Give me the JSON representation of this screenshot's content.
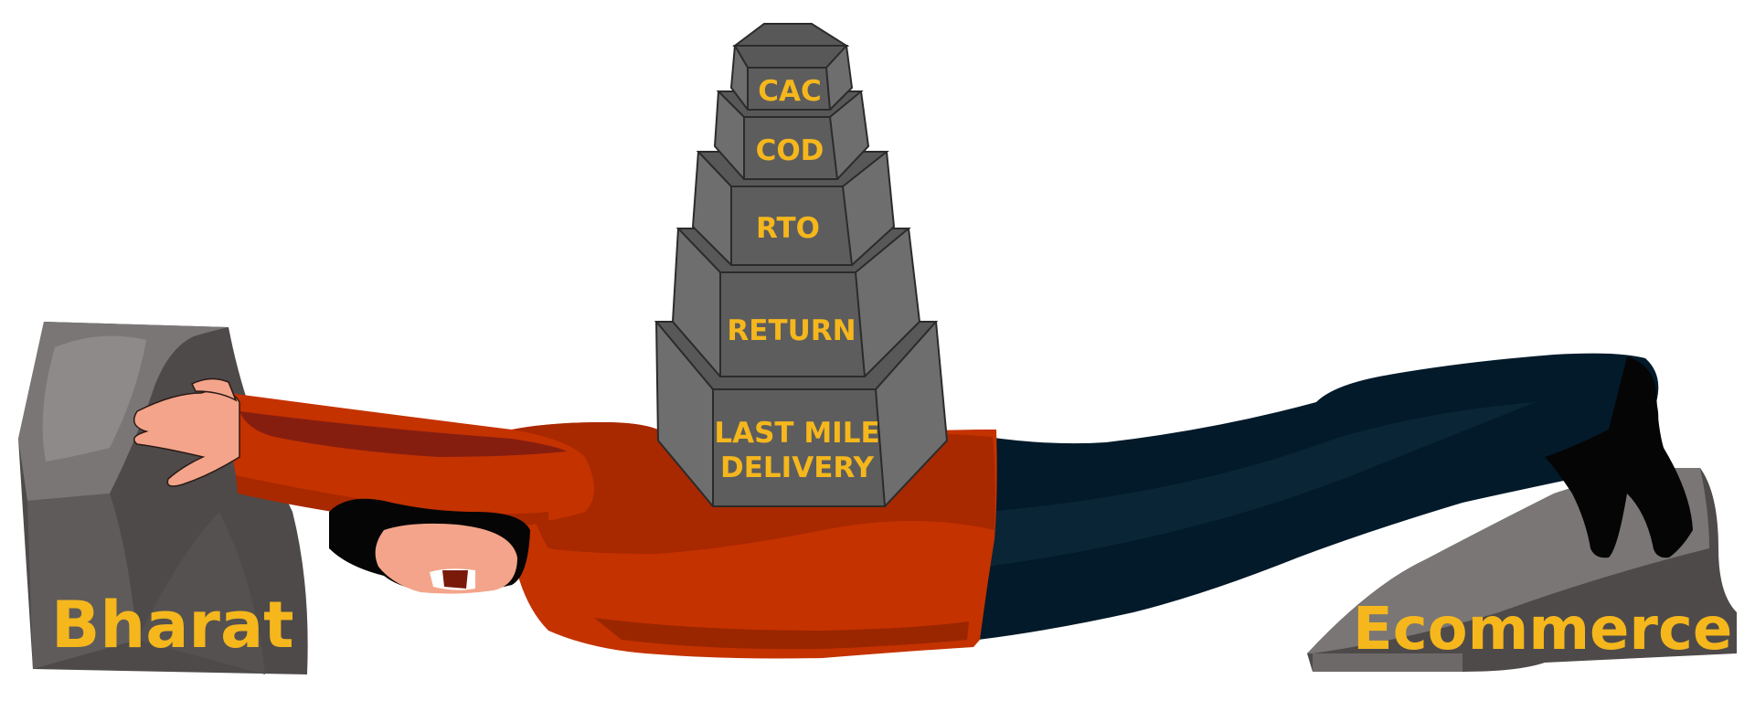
{
  "left_rock": {
    "label": "Bharat"
  },
  "right_rock": {
    "label": "Ecommerce"
  },
  "stack": {
    "tier1": "CAC",
    "tier2": "COD",
    "tier3": "RTO",
    "tier4": "RETURN",
    "tier5_line1": "LAST MILE",
    "tier5_line2": "DELIVERY"
  },
  "colors": {
    "label_yellow": "#f5b71c",
    "stone_dark": "#4a4a4a",
    "stone_mid": "#6b6b6b",
    "sweater": "#c43200",
    "pants": "#021a2a",
    "skin": "#f4a48a"
  }
}
